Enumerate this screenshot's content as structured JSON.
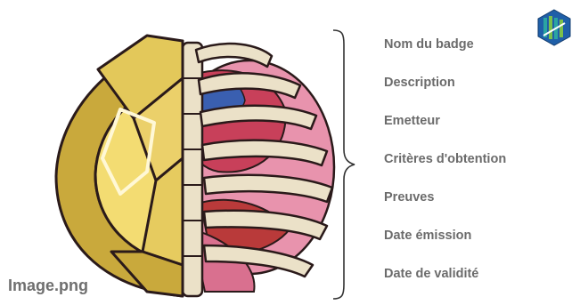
{
  "caption": "Image.png",
  "fields": [
    "Nom du badge",
    "Description",
    "Emetteur",
    "Critères d'obtention",
    "Preuves",
    "Date émission",
    "Date de validité"
  ],
  "icons": {
    "illustration": "badge-anatomy-illustration",
    "logo": "brand-logo-icon",
    "bracket": "curly-bracket"
  },
  "colors": {
    "label_text": "#6b6b6b",
    "caption_text": "#6f6f6f",
    "shell_yellow": "#e3c85a",
    "shell_light": "#f3dc72",
    "rib_bone": "#ebe1c8",
    "organ_pink": "#e893ad",
    "organ_red": "#b93a3a",
    "logo_blue": "#1f5fa8",
    "logo_teal": "#2aa5a2",
    "logo_green": "#7cc04a"
  }
}
